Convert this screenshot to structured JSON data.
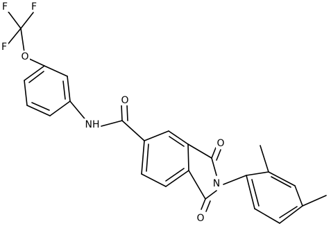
{
  "molecule": {
    "atoms": {
      "f_top_left": "F",
      "f_top_right": "F",
      "f_left": "F",
      "o_ether": "O",
      "nh_amide": "NH",
      "o_amide": "O",
      "o_imide_top": "O",
      "n_imide": "N",
      "o_imide_bottom": "O"
    }
  }
}
